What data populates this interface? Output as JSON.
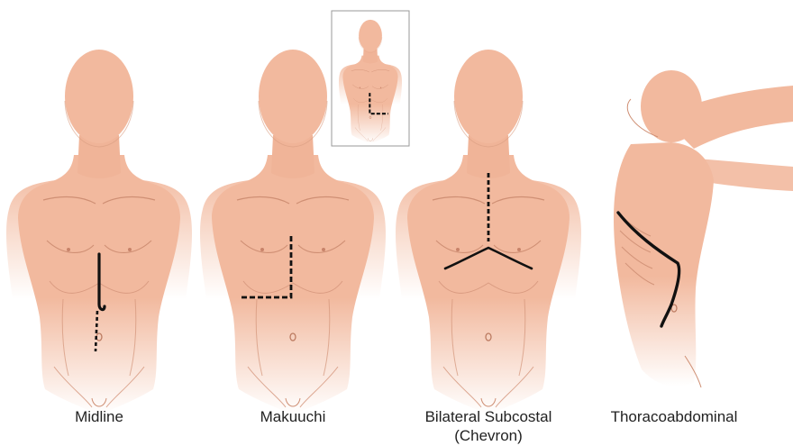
{
  "figure": {
    "panels": [
      {
        "id": "midline",
        "label": "Midline"
      },
      {
        "id": "makuuchi",
        "label": "Makuuchi"
      },
      {
        "id": "chevron",
        "label": "Bilateral Subcostal",
        "label_line2": "(Chevron)"
      },
      {
        "id": "thoracoabdominal",
        "label": "Thoracoabdominal"
      }
    ],
    "inset": {
      "description_hidden": true
    }
  },
  "colors": {
    "skin": "#f2b99e",
    "skin_shade": "#e9a78a",
    "outline": "#c98a70",
    "incision": "#111111",
    "background": "#ffffff",
    "inset_border": "#9a9a9a"
  }
}
